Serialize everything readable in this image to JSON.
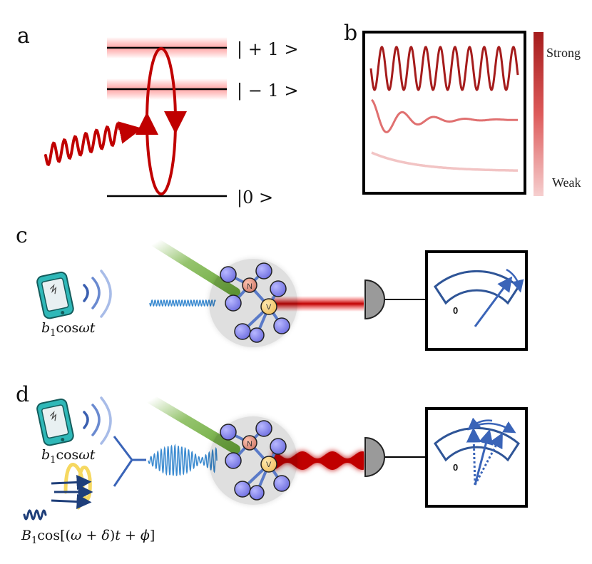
{
  "panels": {
    "a": {
      "label": "a",
      "levels": [
        "| + 1 >",
        "| − 1 >",
        "|0 >"
      ]
    },
    "b": {
      "label": "b",
      "colorbar": {
        "top": "Strong",
        "bottom": "Weak"
      },
      "colors": {
        "strong": "#a51c1c",
        "mid": "#e07070",
        "weak": "#f2c4c4"
      }
    },
    "c": {
      "label": "c",
      "signal": "b1cosωt",
      "meter_zero": "0",
      "atom_labels": [
        "N",
        "V"
      ]
    },
    "d": {
      "label": "d",
      "signal": "b1cosωt",
      "second_signal": "B1cos[(ω + δ)t + ϕ]",
      "meter_zero": "0",
      "atom_labels": [
        "N",
        "V"
      ]
    }
  },
  "icons": [
    "phone-icon",
    "wifi-waves-icon",
    "coil-icon",
    "detector-icon",
    "meter-icon",
    "nv-center-icon",
    "laser-beam-icon"
  ],
  "palette": {
    "red": "#c00000",
    "blue": "#2f5597",
    "green": "#7bb54a",
    "teal": "#2ab5b5"
  }
}
